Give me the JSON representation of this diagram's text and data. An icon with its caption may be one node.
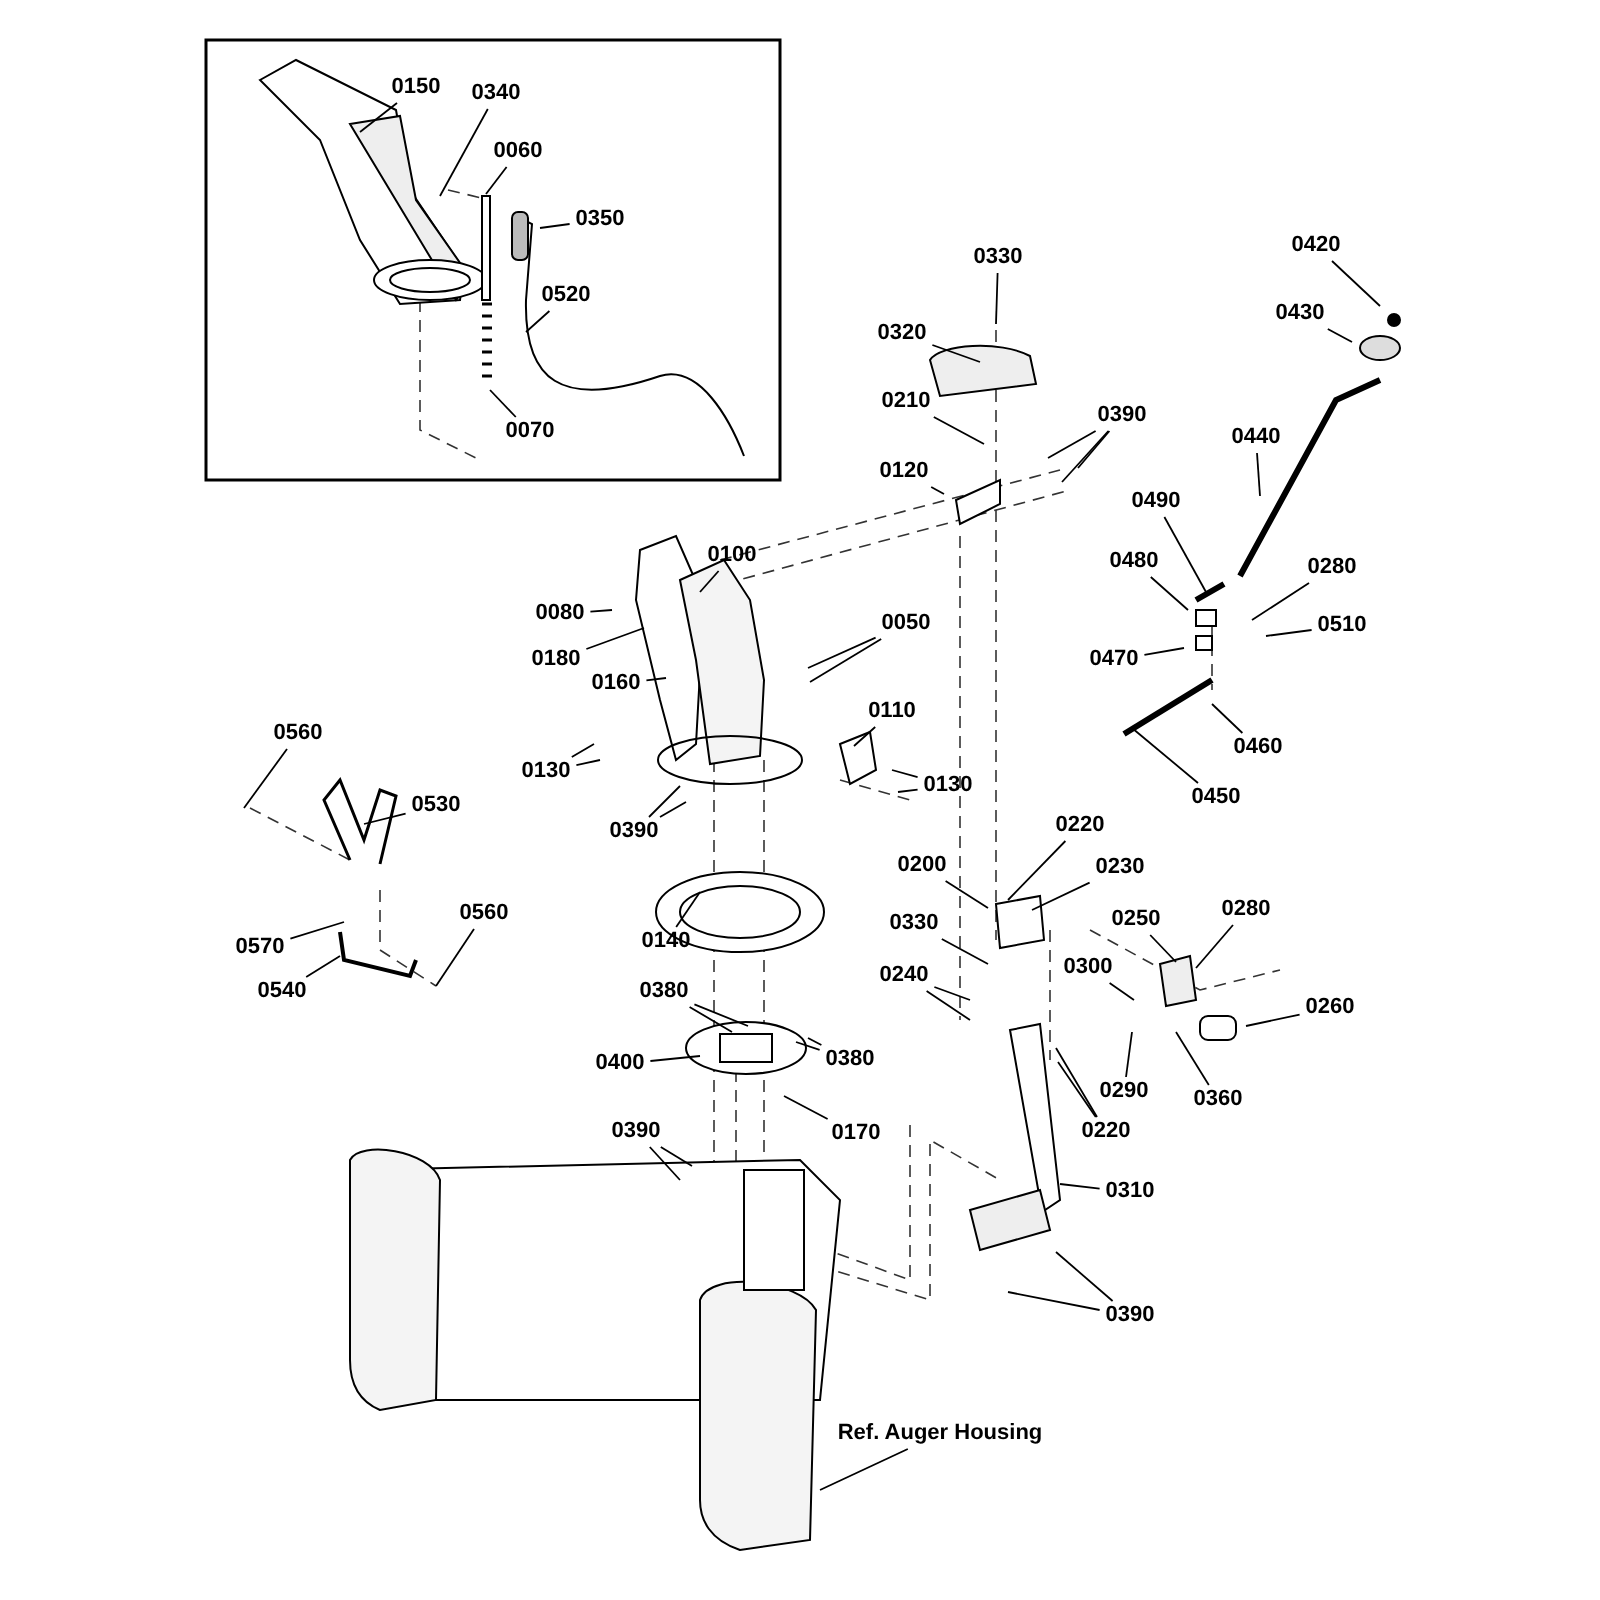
{
  "diagram": {
    "nodes": [
      {
        "text": [
          "0150"
        ]
      },
      {
        "text": [
          "0340"
        ]
      },
      {
        "text": [
          "0060"
        ]
      },
      {
        "text": [
          "0350"
        ]
      },
      {
        "text": [
          "0520"
        ]
      },
      {
        "text": [
          "0070"
        ]
      },
      {
        "text": [
          "0330"
        ]
      },
      {
        "text": [
          "0320"
        ]
      },
      {
        "text": [
          "0420"
        ]
      },
      {
        "text": [
          "0430"
        ]
      },
      {
        "text": [
          "0210"
        ]
      },
      {
        "text": [
          "0390"
        ]
      },
      {
        "text": [
          "0440"
        ]
      },
      {
        "text": [
          "0120"
        ]
      },
      {
        "text": [
          "0490"
        ]
      },
      {
        "text": [
          "0100"
        ]
      },
      {
        "text": [
          "0480"
        ]
      },
      {
        "text": [
          "0280"
        ]
      },
      {
        "text": [
          "0080"
        ]
      },
      {
        "text": [
          "0510"
        ]
      },
      {
        "text": [
          "0050"
        ]
      },
      {
        "text": [
          "0180"
        ]
      },
      {
        "text": [
          "0470"
        ]
      },
      {
        "text": [
          "0160"
        ]
      },
      {
        "text": [
          "0110"
        ]
      },
      {
        "text": [
          "0460"
        ]
      },
      {
        "text": [
          "0130"
        ]
      },
      {
        "text": [
          "0130"
        ]
      },
      {
        "text": [
          "0560"
        ]
      },
      {
        "text": [
          "0530"
        ]
      },
      {
        "text": [
          "0450"
        ]
      },
      {
        "text": [
          "0390"
        ]
      },
      {
        "text": [
          "0220"
        ]
      },
      {
        "text": [
          "0200"
        ]
      },
      {
        "text": [
          "0230"
        ]
      },
      {
        "text": [
          "0140"
        ]
      },
      {
        "text": [
          "0330"
        ]
      },
      {
        "text": [
          "0250"
        ]
      },
      {
        "text": [
          "0280"
        ]
      },
      {
        "text": [
          "0570"
        ]
      },
      {
        "text": [
          "0560"
        ]
      },
      {
        "text": [
          "0300"
        ]
      },
      {
        "text": [
          "0260"
        ]
      },
      {
        "text": [
          "0240"
        ]
      },
      {
        "text": [
          "0540"
        ]
      },
      {
        "text": [
          "0380"
        ]
      },
      {
        "text": [
          "0290"
        ]
      },
      {
        "text": [
          "0360"
        ]
      },
      {
        "text": [
          "0400"
        ]
      },
      {
        "text": [
          "0380"
        ]
      },
      {
        "text": [
          "0220"
        ]
      },
      {
        "text": [
          "0170"
        ]
      },
      {
        "text": [
          "0390"
        ]
      },
      {
        "text": [
          "0310"
        ]
      },
      {
        "text": [
          "0390"
        ]
      },
      {
        "text": [
          "Ref. Auger Housing"
        ]
      }
    ],
    "edges": [
      {
        "from": 0,
        "to": null,
        "arrow": "none"
      },
      {
        "from": 1,
        "to": null,
        "arrow": "none"
      },
      {
        "from": 2,
        "to": null,
        "arrow": "none"
      },
      {
        "from": 3,
        "to": null,
        "arrow": "none"
      },
      {
        "from": 4,
        "to": null,
        "arrow": "none"
      },
      {
        "from": 5,
        "to": null,
        "arrow": "none"
      },
      {
        "from": 6,
        "to": null,
        "arrow": "none"
      },
      {
        "from": 7,
        "to": null,
        "arrow": "none"
      },
      {
        "from": 8,
        "to": null,
        "arrow": "none"
      },
      {
        "from": 9,
        "to": null,
        "arrow": "none"
      },
      {
        "from": 10,
        "to": null,
        "arrow": "none"
      },
      {
        "from": 11,
        "to": null,
        "arrow": "none"
      },
      {
        "from": 11,
        "to": null,
        "arrow": "none"
      },
      {
        "from": 11,
        "to": null,
        "arrow": "none"
      },
      {
        "from": 12,
        "to": null,
        "arrow": "none"
      },
      {
        "from": 13,
        "to": null,
        "arrow": "none"
      },
      {
        "from": 14,
        "to": null,
        "arrow": "none"
      },
      {
        "from": 15,
        "to": null,
        "arrow": "none"
      },
      {
        "from": 16,
        "to": null,
        "arrow": "none"
      },
      {
        "from": 17,
        "to": null,
        "arrow": "none"
      },
      {
        "from": 18,
        "to": null,
        "arrow": "none"
      },
      {
        "from": 19,
        "to": null,
        "arrow": "none"
      },
      {
        "from": 20,
        "to": null,
        "arrow": "none"
      },
      {
        "from": 20,
        "to": null,
        "arrow": "none"
      },
      {
        "from": 21,
        "to": null,
        "arrow": "none"
      },
      {
        "from": 22,
        "to": null,
        "arrow": "none"
      },
      {
        "from": 23,
        "to": null,
        "arrow": "none"
      },
      {
        "from": 24,
        "to": null,
        "arrow": "none"
      },
      {
        "from": 25,
        "to": null,
        "arrow": "none"
      },
      {
        "from": 26,
        "to": null,
        "arrow": "none"
      },
      {
        "from": 26,
        "to": null,
        "arrow": "none"
      },
      {
        "from": 27,
        "to": null,
        "arrow": "none"
      },
      {
        "from": 27,
        "to": null,
        "arrow": "none"
      },
      {
        "from": 28,
        "to": null,
        "arrow": "none"
      },
      {
        "from": 29,
        "to": null,
        "arrow": "none"
      },
      {
        "from": 30,
        "to": null,
        "arrow": "none"
      },
      {
        "from": 31,
        "to": null,
        "arrow": "none"
      },
      {
        "from": 31,
        "to": null,
        "arrow": "none"
      },
      {
        "from": 32,
        "to": null,
        "arrow": "none"
      },
      {
        "from": 33,
        "to": null,
        "arrow": "none"
      },
      {
        "from": 34,
        "to": null,
        "arrow": "none"
      },
      {
        "from": 35,
        "to": null,
        "arrow": "none"
      },
      {
        "from": 36,
        "to": null,
        "arrow": "none"
      },
      {
        "from": 37,
        "to": null,
        "arrow": "none"
      },
      {
        "from": 38,
        "to": null,
        "arrow": "none"
      },
      {
        "from": 39,
        "to": null,
        "arrow": "none"
      },
      {
        "from": 40,
        "to": null,
        "arrow": "none"
      },
      {
        "from": 41,
        "to": null,
        "arrow": "none"
      },
      {
        "from": 42,
        "to": null,
        "arrow": "none"
      },
      {
        "from": 43,
        "to": null,
        "arrow": "none"
      },
      {
        "from": 43,
        "to": null,
        "arrow": "none"
      },
      {
        "from": 44,
        "to": null,
        "arrow": "none"
      },
      {
        "from": 45,
        "to": null,
        "arrow": "none"
      },
      {
        "from": 45,
        "to": null,
        "arrow": "none"
      },
      {
        "from": 46,
        "to": null,
        "arrow": "none"
      },
      {
        "from": 47,
        "to": null,
        "arrow": "none"
      },
      {
        "from": 48,
        "to": null,
        "arrow": "none"
      },
      {
        "from": 49,
        "to": null,
        "arrow": "none"
      },
      {
        "from": 49,
        "to": null,
        "arrow": "none"
      },
      {
        "from": 50,
        "to": null,
        "arrow": "none"
      },
      {
        "from": 50,
        "to": null,
        "arrow": "none"
      },
      {
        "from": 51,
        "to": null,
        "arrow": "none"
      },
      {
        "from": 52,
        "to": null,
        "arrow": "none"
      },
      {
        "from": 52,
        "to": null,
        "arrow": "none"
      },
      {
        "from": 53,
        "to": null,
        "arrow": "none"
      },
      {
        "from": 54,
        "to": null,
        "arrow": "none"
      },
      {
        "from": 54,
        "to": null,
        "arrow": "none"
      },
      {
        "from": 55,
        "to": null,
        "arrow": "none"
      }
    ]
  }
}
